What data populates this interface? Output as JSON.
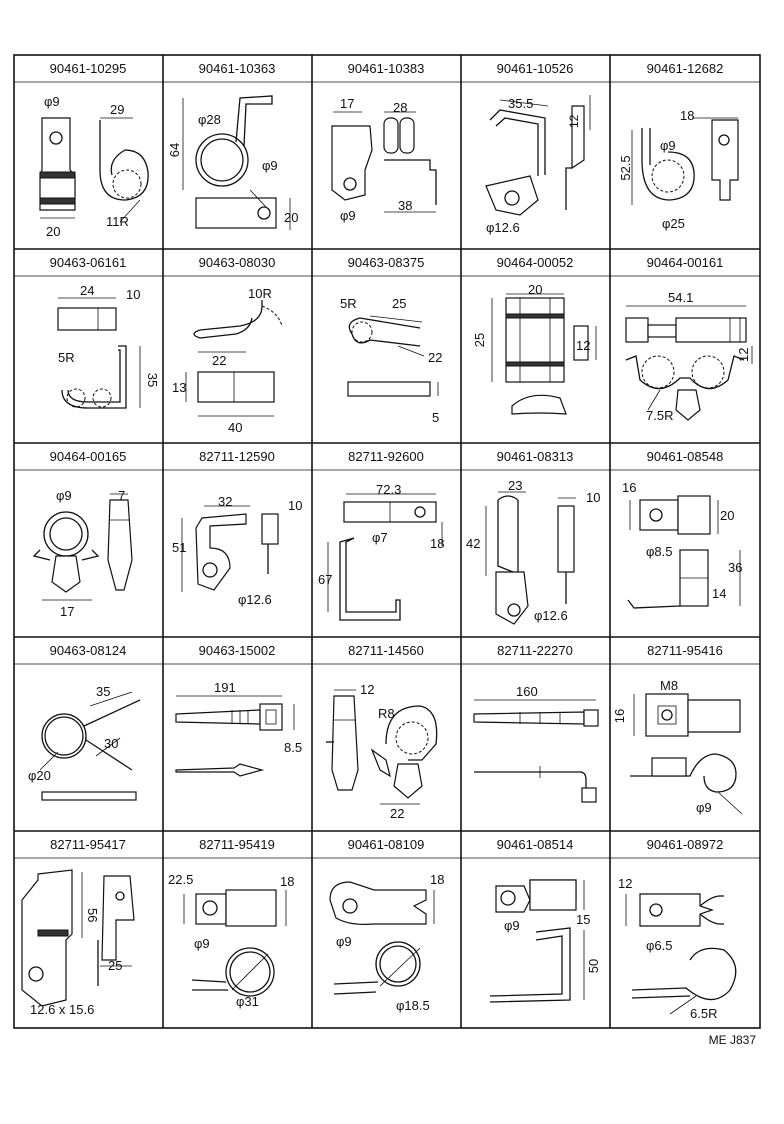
{
  "grid": {
    "rows": [
      [
        {
          "part": "90461-10295",
          "dims": [
            "φ9",
            "29",
            "11R",
            "20"
          ]
        },
        {
          "part": "90461-10363",
          "dims": [
            "φ28",
            "64",
            "φ9",
            "20"
          ]
        },
        {
          "part": "90461-10383",
          "dims": [
            "17",
            "28",
            "φ9",
            "38"
          ]
        },
        {
          "part": "90461-10526",
          "dims": [
            "35.5",
            "12",
            "φ12.6"
          ]
        },
        {
          "part": "90461-12682",
          "dims": [
            "18",
            "φ9",
            "52.5",
            "φ25"
          ]
        }
      ],
      [
        {
          "part": "90463-06161",
          "dims": [
            "24",
            "10",
            "5R",
            "35"
          ]
        },
        {
          "part": "90463-08030",
          "dims": [
            "10R",
            "22",
            "13",
            "40"
          ]
        },
        {
          "part": "90463-08375",
          "dims": [
            "5R",
            "25",
            "22",
            "5"
          ]
        },
        {
          "part": "90464-00052",
          "dims": [
            "20",
            "25",
            "12"
          ]
        },
        {
          "part": "90464-00161",
          "dims": [
            "54.1",
            "12",
            "7.5R"
          ]
        }
      ],
      [
        {
          "part": "90464-00165",
          "dims": [
            "φ9",
            "7",
            "17"
          ]
        },
        {
          "part": "82711-12590",
          "dims": [
            "32",
            "10",
            "51",
            "φ12.6"
          ]
        },
        {
          "part": "82711-92600",
          "dims": [
            "72.3",
            "φ7",
            "18",
            "67"
          ]
        },
        {
          "part": "90461-08313",
          "dims": [
            "23",
            "10",
            "42",
            "φ12.6"
          ]
        },
        {
          "part": "90461-08548",
          "dims": [
            "16",
            "20",
            "φ8.5",
            "36",
            "14"
          ]
        }
      ],
      [
        {
          "part": "90463-08124",
          "dims": [
            "35",
            "30",
            "φ20"
          ]
        },
        {
          "part": "90463-15002",
          "dims": [
            "191",
            "8.5"
          ]
        },
        {
          "part": "82711-14560",
          "dims": [
            "12",
            "R8",
            "22"
          ]
        },
        {
          "part": "82711-22270",
          "dims": [
            "160"
          ]
        },
        {
          "part": "82711-95416",
          "dims": [
            "M8",
            "16",
            "φ9"
          ]
        }
      ],
      [
        {
          "part": "82711-95417",
          "dims": [
            "56",
            "25",
            "12.6 x 15.6"
          ]
        },
        {
          "part": "82711-95419",
          "dims": [
            "22.5",
            "18",
            "φ9",
            "φ31"
          ]
        },
        {
          "part": "90461-08109",
          "dims": [
            "18",
            "φ9",
            "φ18.5"
          ]
        },
        {
          "part": "90461-08514",
          "dims": [
            "φ9",
            "15",
            "50"
          ]
        },
        {
          "part": "90461-08972",
          "dims": [
            "12",
            "φ6.5",
            "6.5R"
          ]
        }
      ]
    ]
  },
  "footer": {
    "code": "ME J837"
  }
}
